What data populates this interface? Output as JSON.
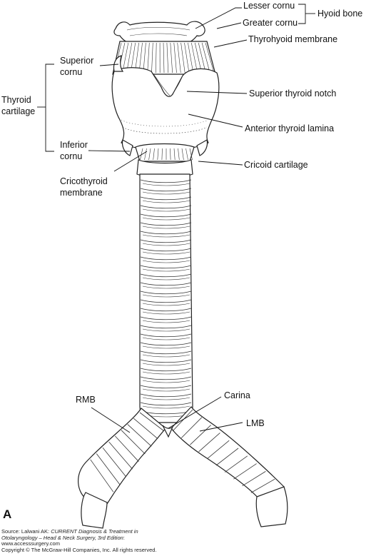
{
  "labels": {
    "lesser_cornu": "Lesser cornu",
    "greater_cornu": "Greater cornu",
    "hyoid_bone": "Hyoid bone",
    "thyrohyoid_membrane": "Thyrohyoid membrane",
    "superior_cornu_1": "Superior",
    "superior_cornu_2": "cornu",
    "thyroid_cartilage_1": "Thyroid",
    "thyroid_cartilage_2": "cartilage",
    "superior_thyroid_notch": "Superior thyroid notch",
    "anterior_thyroid_lamina": "Anterior thyroid lamina",
    "inferior_cornu_1": "Inferior",
    "inferior_cornu_2": "cornu",
    "cricoid_cartilage": "Cricoid cartilage",
    "cricothyroid_membrane_1": "Cricothyroid",
    "cricothyroid_membrane_2": "membrane",
    "carina": "Carina",
    "rmb": "RMB",
    "lmb": "LMB",
    "figure_letter": "A"
  },
  "credit": {
    "line1_prefix": "Source: Lalwani AK: ",
    "line1_title": "CURRENT Diagnosis & Treatment in",
    "line2_title": "Otolaryngology – Head & Neck Surgery, 3rd Edition",
    "line2_suffix": ":",
    "line3": "www.accesssurgery.com",
    "line4": "Copyright © The McGraw-Hill Companies, Inc. All rights reserved."
  }
}
